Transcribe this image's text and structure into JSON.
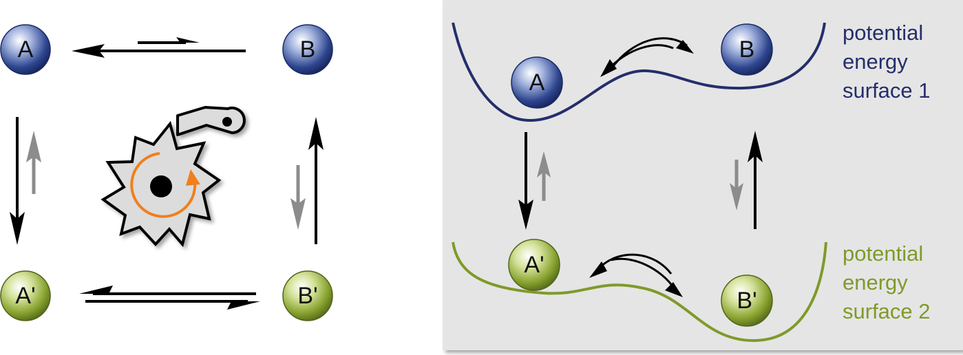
{
  "left_scheme": {
    "states": {
      "A": "A",
      "B": "B",
      "A_prime": "A'",
      "B_prime": "B'"
    },
    "ratchet": {
      "gear_color": "#dcdcdc",
      "rotation_color": "#f07f1e"
    }
  },
  "right_scheme": {
    "states": {
      "A": "A",
      "B": "B",
      "A_prime": "A'",
      "B_prime": "B'"
    },
    "surface_1": {
      "line1": "potential",
      "line2": "energy",
      "line3": "surface 1",
      "color": "#252e6b"
    },
    "surface_2": {
      "line1": "potential",
      "line2": "energy",
      "line3": "surface 2",
      "color": "#7f9a2a"
    },
    "panel_color": "#e5e5e5"
  },
  "colors": {
    "blue_state": "#2a3f8f",
    "green_state": "#7f9a2a",
    "arrow_major": "#000000",
    "arrow_minor": "#8c8c8c"
  }
}
